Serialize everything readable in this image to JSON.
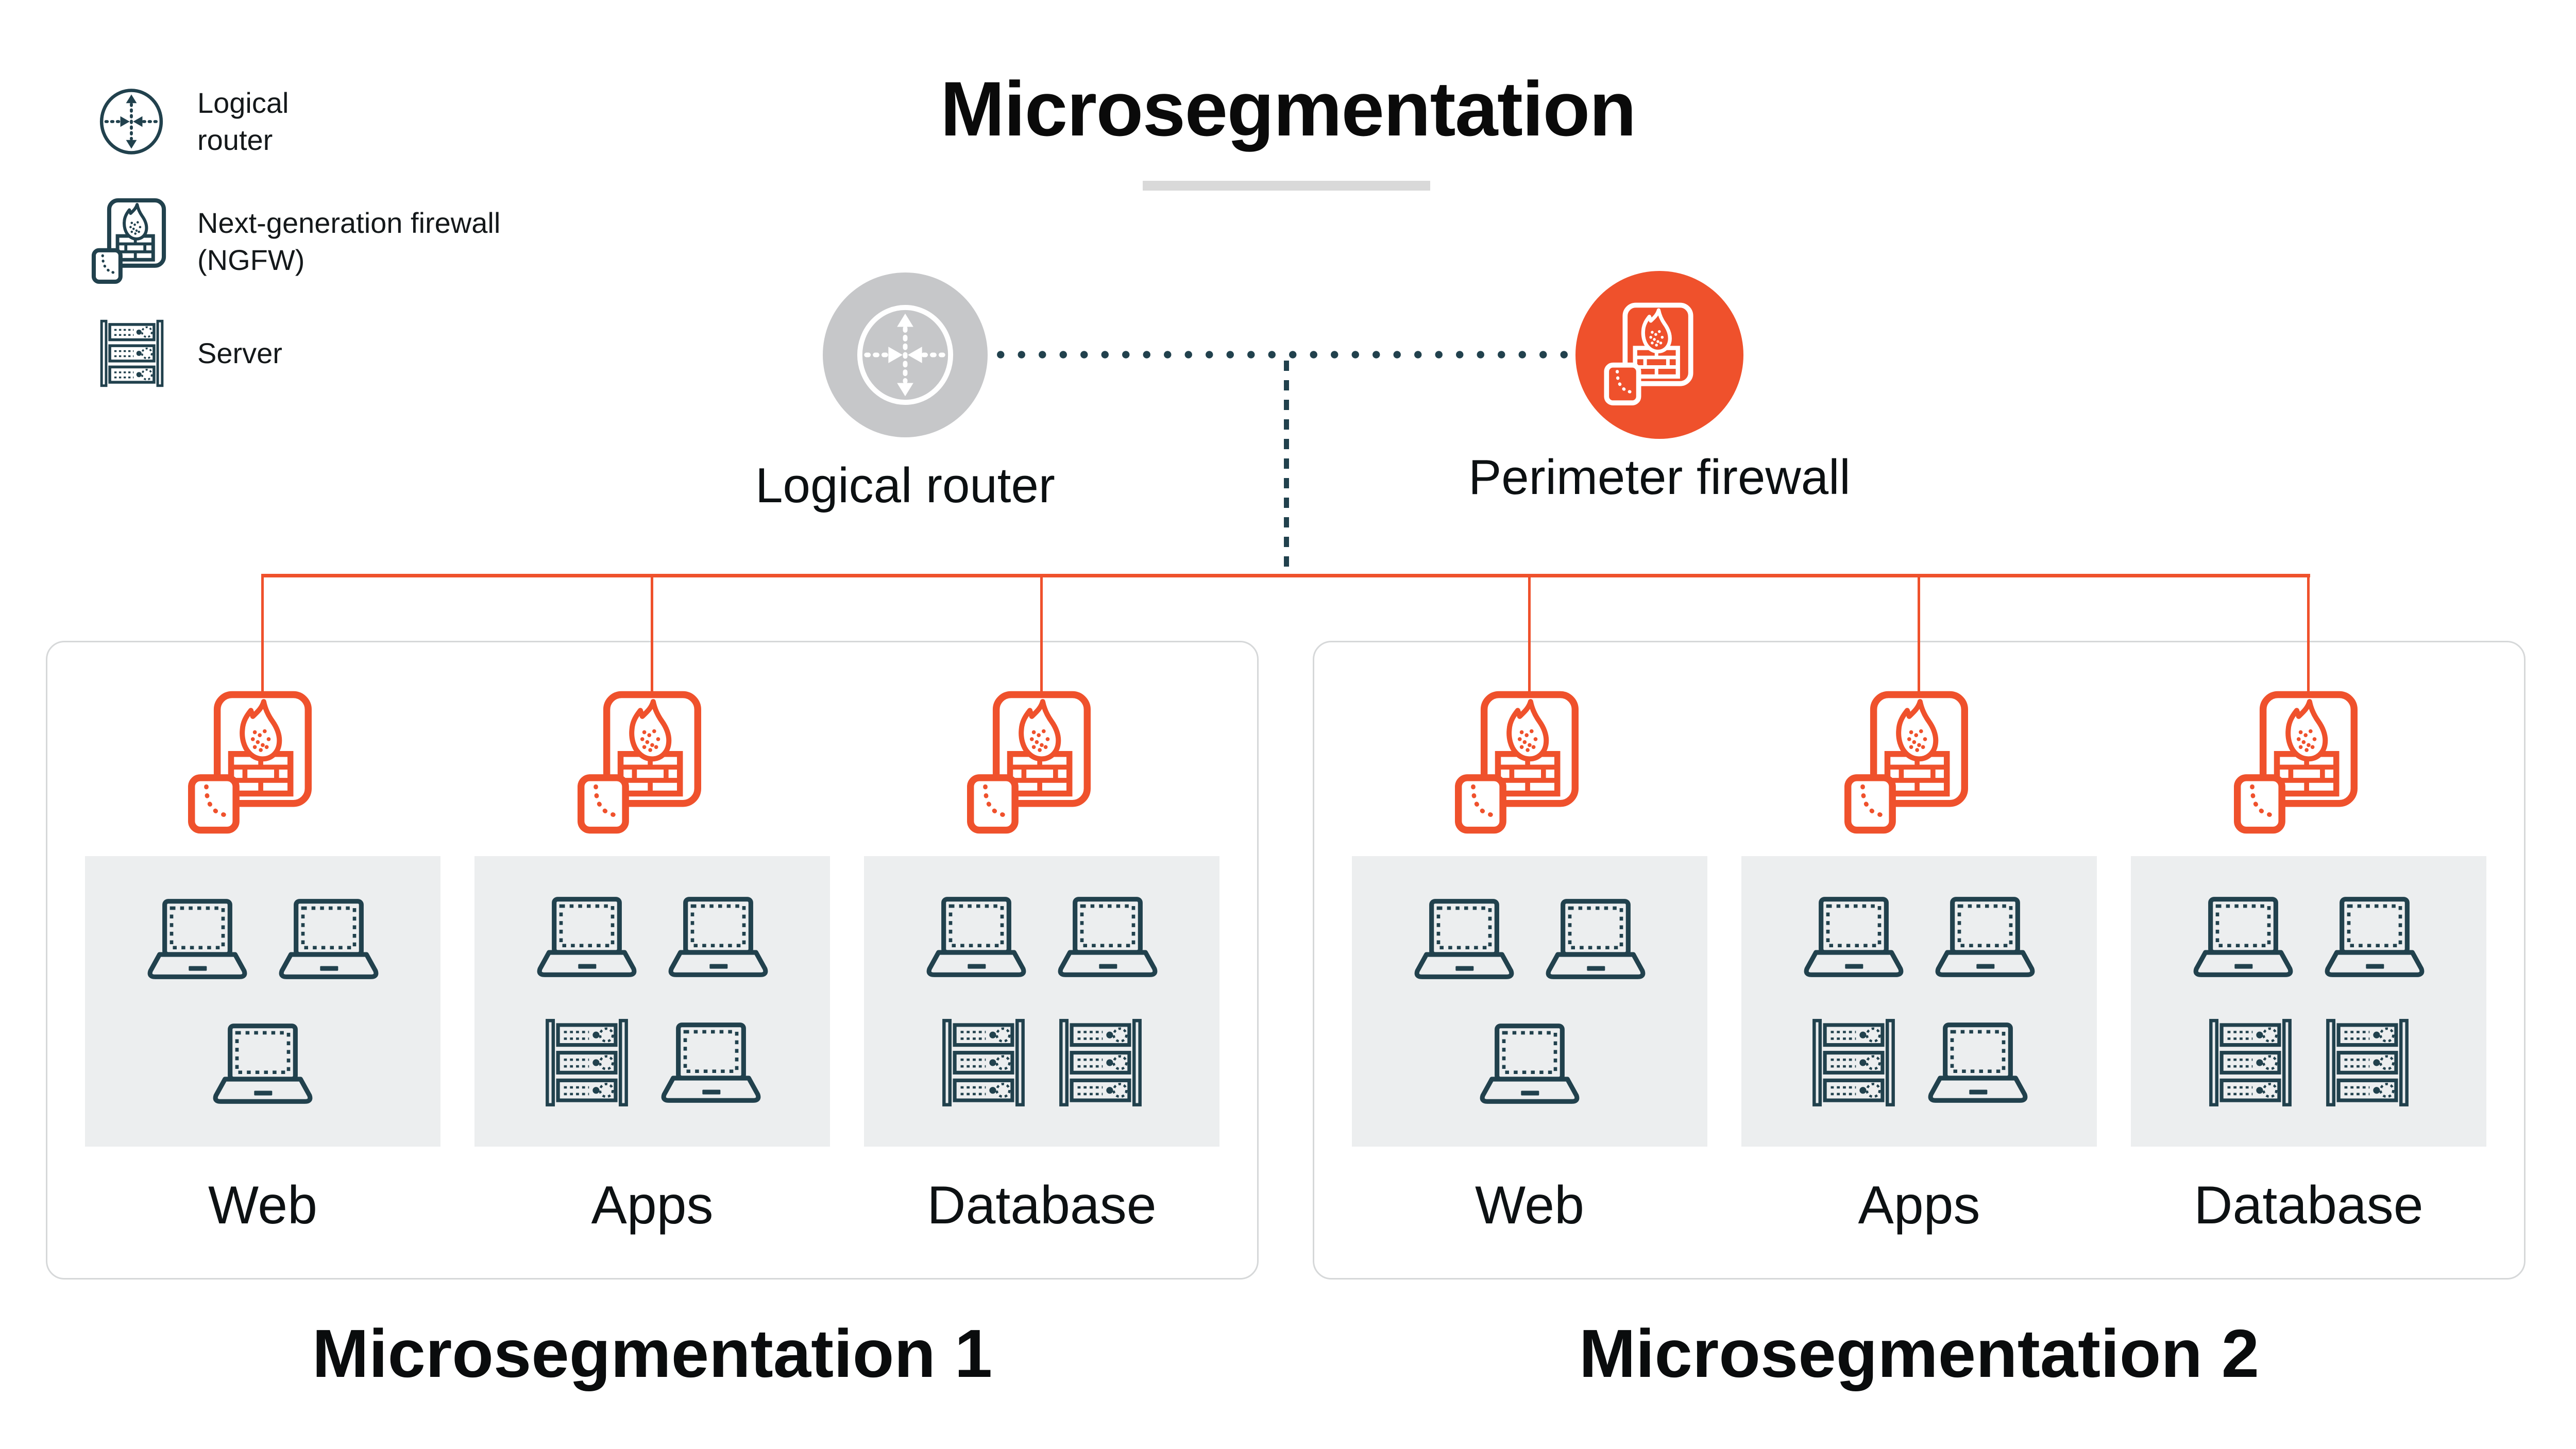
{
  "title": {
    "text": "Microsegmentation"
  },
  "legend": {
    "items": [
      {
        "icon": "logical-router-icon",
        "label": "Logical router"
      },
      {
        "icon": "ngfw-icon",
        "label": "Next-generation firewall (NGFW)"
      },
      {
        "icon": "server-icon",
        "label": "Server"
      }
    ]
  },
  "topology": {
    "logical_router_label": "Logical router",
    "perimeter_firewall_label": "Perimeter firewall"
  },
  "panels": [
    {
      "title": "Microsegmentation 1",
      "segments": [
        {
          "label": "Web",
          "rows": [
            [
              "laptop",
              "laptop"
            ],
            [
              "laptop"
            ]
          ]
        },
        {
          "label": "Apps",
          "rows": [
            [
              "laptop",
              "laptop"
            ],
            [
              "server",
              "laptop"
            ]
          ]
        },
        {
          "label": "Database",
          "rows": [
            [
              "laptop",
              "laptop"
            ],
            [
              "server",
              "server"
            ]
          ]
        }
      ]
    },
    {
      "title": "Microsegmentation 2",
      "segments": [
        {
          "label": "Web",
          "rows": [
            [
              "laptop",
              "laptop"
            ],
            [
              "laptop"
            ]
          ]
        },
        {
          "label": "Apps",
          "rows": [
            [
              "laptop",
              "laptop"
            ],
            [
              "server",
              "laptop"
            ]
          ]
        },
        {
          "label": "Database",
          "rows": [
            [
              "laptop",
              "laptop"
            ],
            [
              "server",
              "server"
            ]
          ]
        }
      ]
    }
  ],
  "colors": {
    "orange": "#EF512C",
    "slate": "#21414D",
    "circle_gray": "#C6C7C9",
    "box_gray": "#ECEEEF",
    "panel_border": "#D6D8D9",
    "underline": "#D9D9D9",
    "text": "#0C1012"
  }
}
